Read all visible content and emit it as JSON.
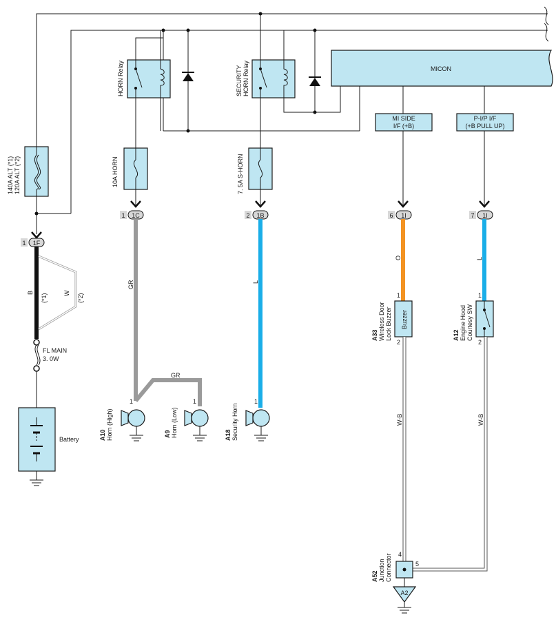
{
  "colors": {
    "component_fill": "#bfe6f2",
    "wire_black": "#111111",
    "wire_gray": "#9a9a9a",
    "wire_blue": "#1aaee8",
    "wire_orange": "#f39322"
  },
  "micon": {
    "label": "MICON"
  },
  "relays": [
    {
      "label": "HORN Relay"
    },
    {
      "label_line1": "SECURITY",
      "label_line2": "HORN Relay"
    }
  ],
  "fuses": [
    {
      "label_line1": "140A ALT (*1)",
      "label_line2": "120A ALT (*2)"
    },
    {
      "label": "10A HORN"
    },
    {
      "label": "7. 5A S-HORN"
    }
  ],
  "interfaces": [
    {
      "line1": "MI SIDE",
      "line2": "I/F (+B)"
    },
    {
      "line1": "P-I/P I/F",
      "line2": "(+B PULL UP)"
    }
  ],
  "connectors": [
    {
      "pin": "1",
      "code": "1F"
    },
    {
      "pin": "1",
      "code": "1C"
    },
    {
      "pin": "2",
      "code": "1B"
    },
    {
      "pin": "6",
      "code": "1I"
    },
    {
      "pin": "7",
      "code": "1I"
    }
  ],
  "wires": {
    "b": "B",
    "w": "W",
    "star1": "(*1)",
    "star2": "(*2)",
    "gr1": "GR",
    "gr2": "GR",
    "l1": "L",
    "o": "O",
    "l2": "L",
    "wb1": "W-B",
    "wb2": "W-B"
  },
  "fl_main": {
    "line1": "FL MAIN",
    "line2": "3. 0W"
  },
  "battery": {
    "label": "Battery"
  },
  "horns": [
    {
      "id": "A10",
      "name": "Horn (High)",
      "pin": "1"
    },
    {
      "id": "A9",
      "name": "Horn (Low)",
      "pin": "1"
    },
    {
      "id": "A18",
      "name": "Security Horn",
      "pin": "1"
    }
  ],
  "buzzer": {
    "id": "A33",
    "name_line1": "Wireless Door",
    "name_line2": "Lock Buzzer",
    "inner": "Buzzer",
    "pin_top": "1",
    "pin_bottom": "2"
  },
  "hood_sw": {
    "id": "A12",
    "name_line1": "Engine Hood",
    "name_line2": "Courtesy SW",
    "pin_top": "1",
    "pin_bottom": "2"
  },
  "junction": {
    "id": "A52",
    "name_line1": "Junction",
    "name_line2": "Connector",
    "pin_left": "4",
    "pin_right": "5",
    "ground": "A2"
  }
}
